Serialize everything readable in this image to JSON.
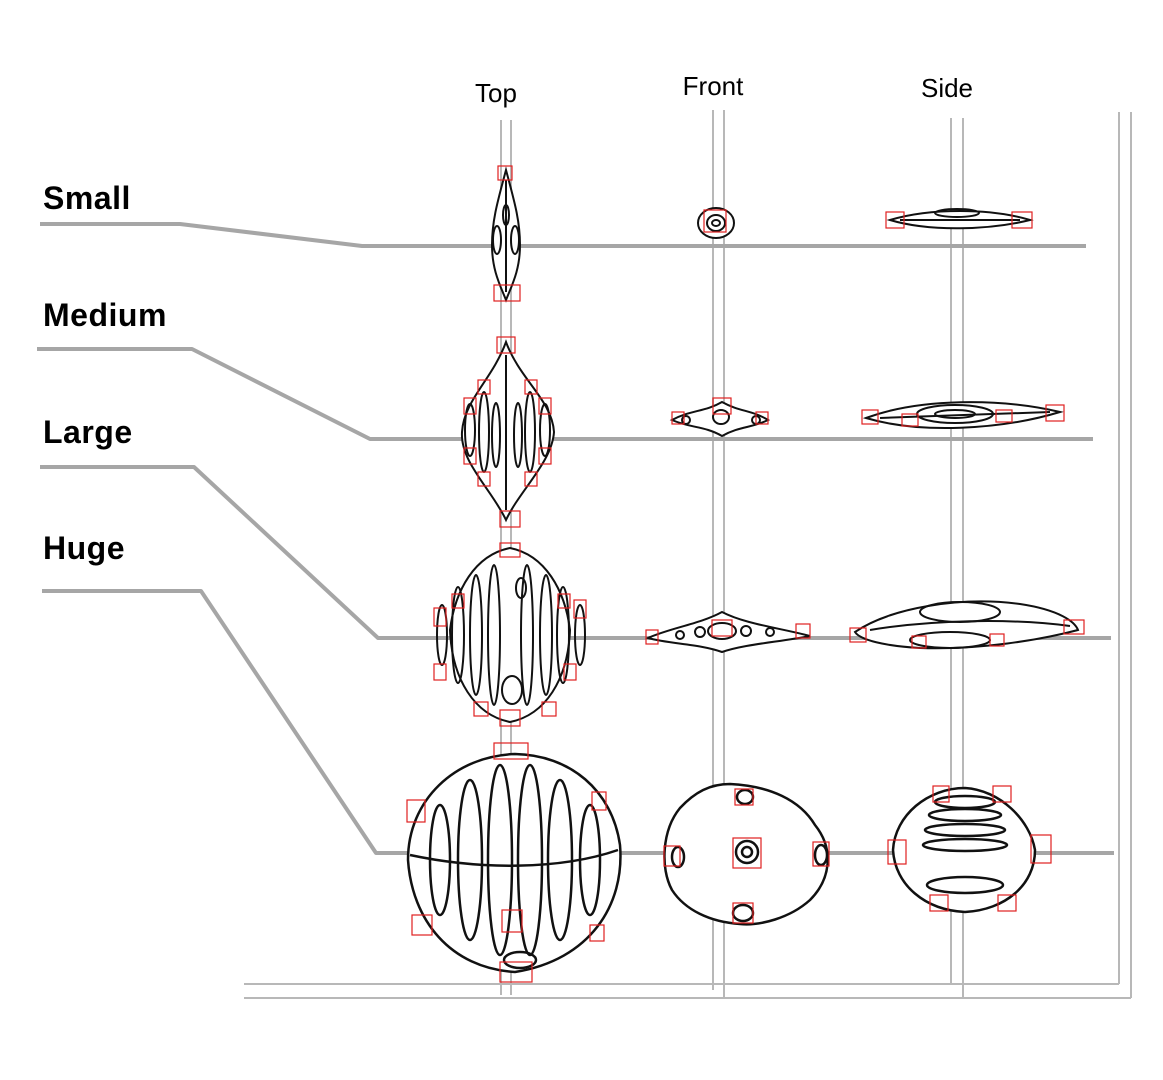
{
  "columns": [
    {
      "id": "top",
      "label": "Top"
    },
    {
      "id": "front",
      "label": "Front"
    },
    {
      "id": "side",
      "label": "Side"
    }
  ],
  "rows": [
    {
      "id": "small",
      "label": "Small"
    },
    {
      "id": "medium",
      "label": "Medium"
    },
    {
      "id": "large",
      "label": "Large"
    },
    {
      "id": "huge",
      "label": "Huge"
    }
  ],
  "colors": {
    "guide": "#a6a6a6",
    "thin_guide": "#b8b8b8",
    "ink": "#111111",
    "marker": "#e02020"
  }
}
